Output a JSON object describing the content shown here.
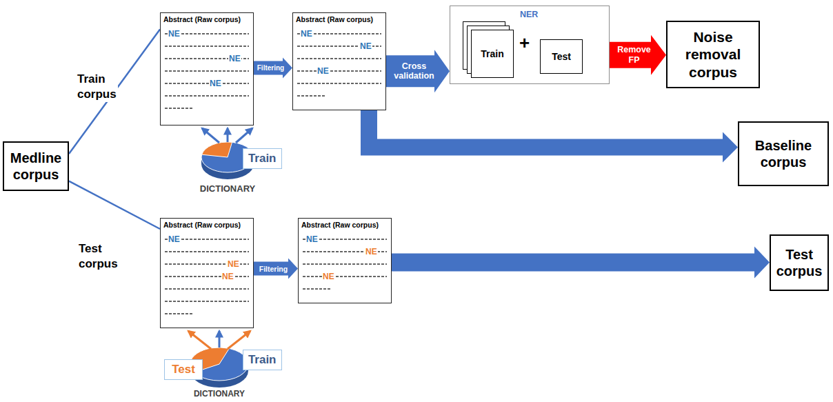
{
  "diagram": {
    "nodes": [
      {
        "text": [
          "Medline corpus"
        ]
      },
      {
        "text": [
          "Abstract (Raw corpus)",
          "NE",
          "NE",
          "NE"
        ]
      },
      {
        "text": [
          "Train"
        ]
      },
      {
        "text": [
          "Abstract (Raw corpus)",
          "NE",
          "NE",
          "NE"
        ]
      },
      {
        "text": [
          "+"
        ]
      },
      {
        "text": [
          "Train"
        ],
        "in": 4
      },
      {
        "text": [
          "Test"
        ],
        "in": 4
      },
      {
        "text": [
          "Noise removal corpus"
        ]
      },
      {
        "text": [
          "Baseline corpus"
        ]
      },
      {
        "text": [
          "Abstract (Raw corpus)",
          "NE",
          "NE",
          "NE"
        ]
      },
      {
        "text": [
          "Test"
        ]
      },
      {
        "text": [
          "Train"
        ]
      },
      {
        "text": [
          "Abstract (Raw corpus)",
          "NE",
          "NE",
          "NE"
        ]
      },
      {
        "text": [
          "Test corpus"
        ]
      }
    ],
    "edges": [
      {
        "from": 0,
        "to": 1,
        "arrow": "none"
      },
      {
        "from": 0,
        "to": 9,
        "arrow": "none"
      },
      {
        "from": 1,
        "to": 3,
        "arrow": "to",
        "label": "Filtering"
      },
      {
        "from": 3,
        "to": 4,
        "arrow": "to",
        "label": "Cross validation"
      },
      {
        "from": 5,
        "to": 6,
        "arrow": "to",
        "label": "NER"
      },
      {
        "from": 4,
        "to": 7,
        "arrow": "to",
        "label": "Remove FP"
      },
      {
        "from": 3,
        "to": 8,
        "arrow": "to"
      },
      {
        "from": 9,
        "to": 12,
        "arrow": "to",
        "label": "Filtering"
      },
      {
        "from": 12,
        "to": 13,
        "arrow": "to"
      }
    ],
    "labels": [
      "Train corpus",
      "DICTIONARY",
      "Test corpus",
      "DICTIONARY"
    ]
  }
}
